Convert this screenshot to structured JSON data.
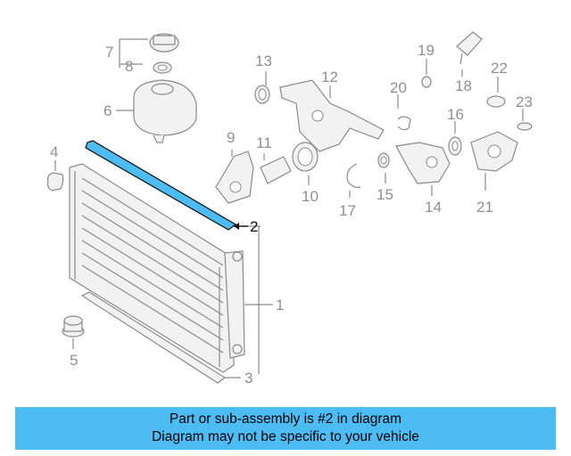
{
  "diagram": {
    "highlight_color": "#4dbcf3",
    "callouts": [
      "1",
      "2",
      "3",
      "4",
      "5",
      "6",
      "7",
      "8",
      "9",
      "10",
      "11",
      "12",
      "13",
      "14",
      "15",
      "16",
      "17",
      "18",
      "19",
      "20",
      "21",
      "22",
      "23"
    ],
    "highlighted_part": "2"
  },
  "caption": {
    "line1": "Part or sub-assembly is #2 in diagram",
    "line2": "Diagram may not be specific to your vehicle"
  }
}
